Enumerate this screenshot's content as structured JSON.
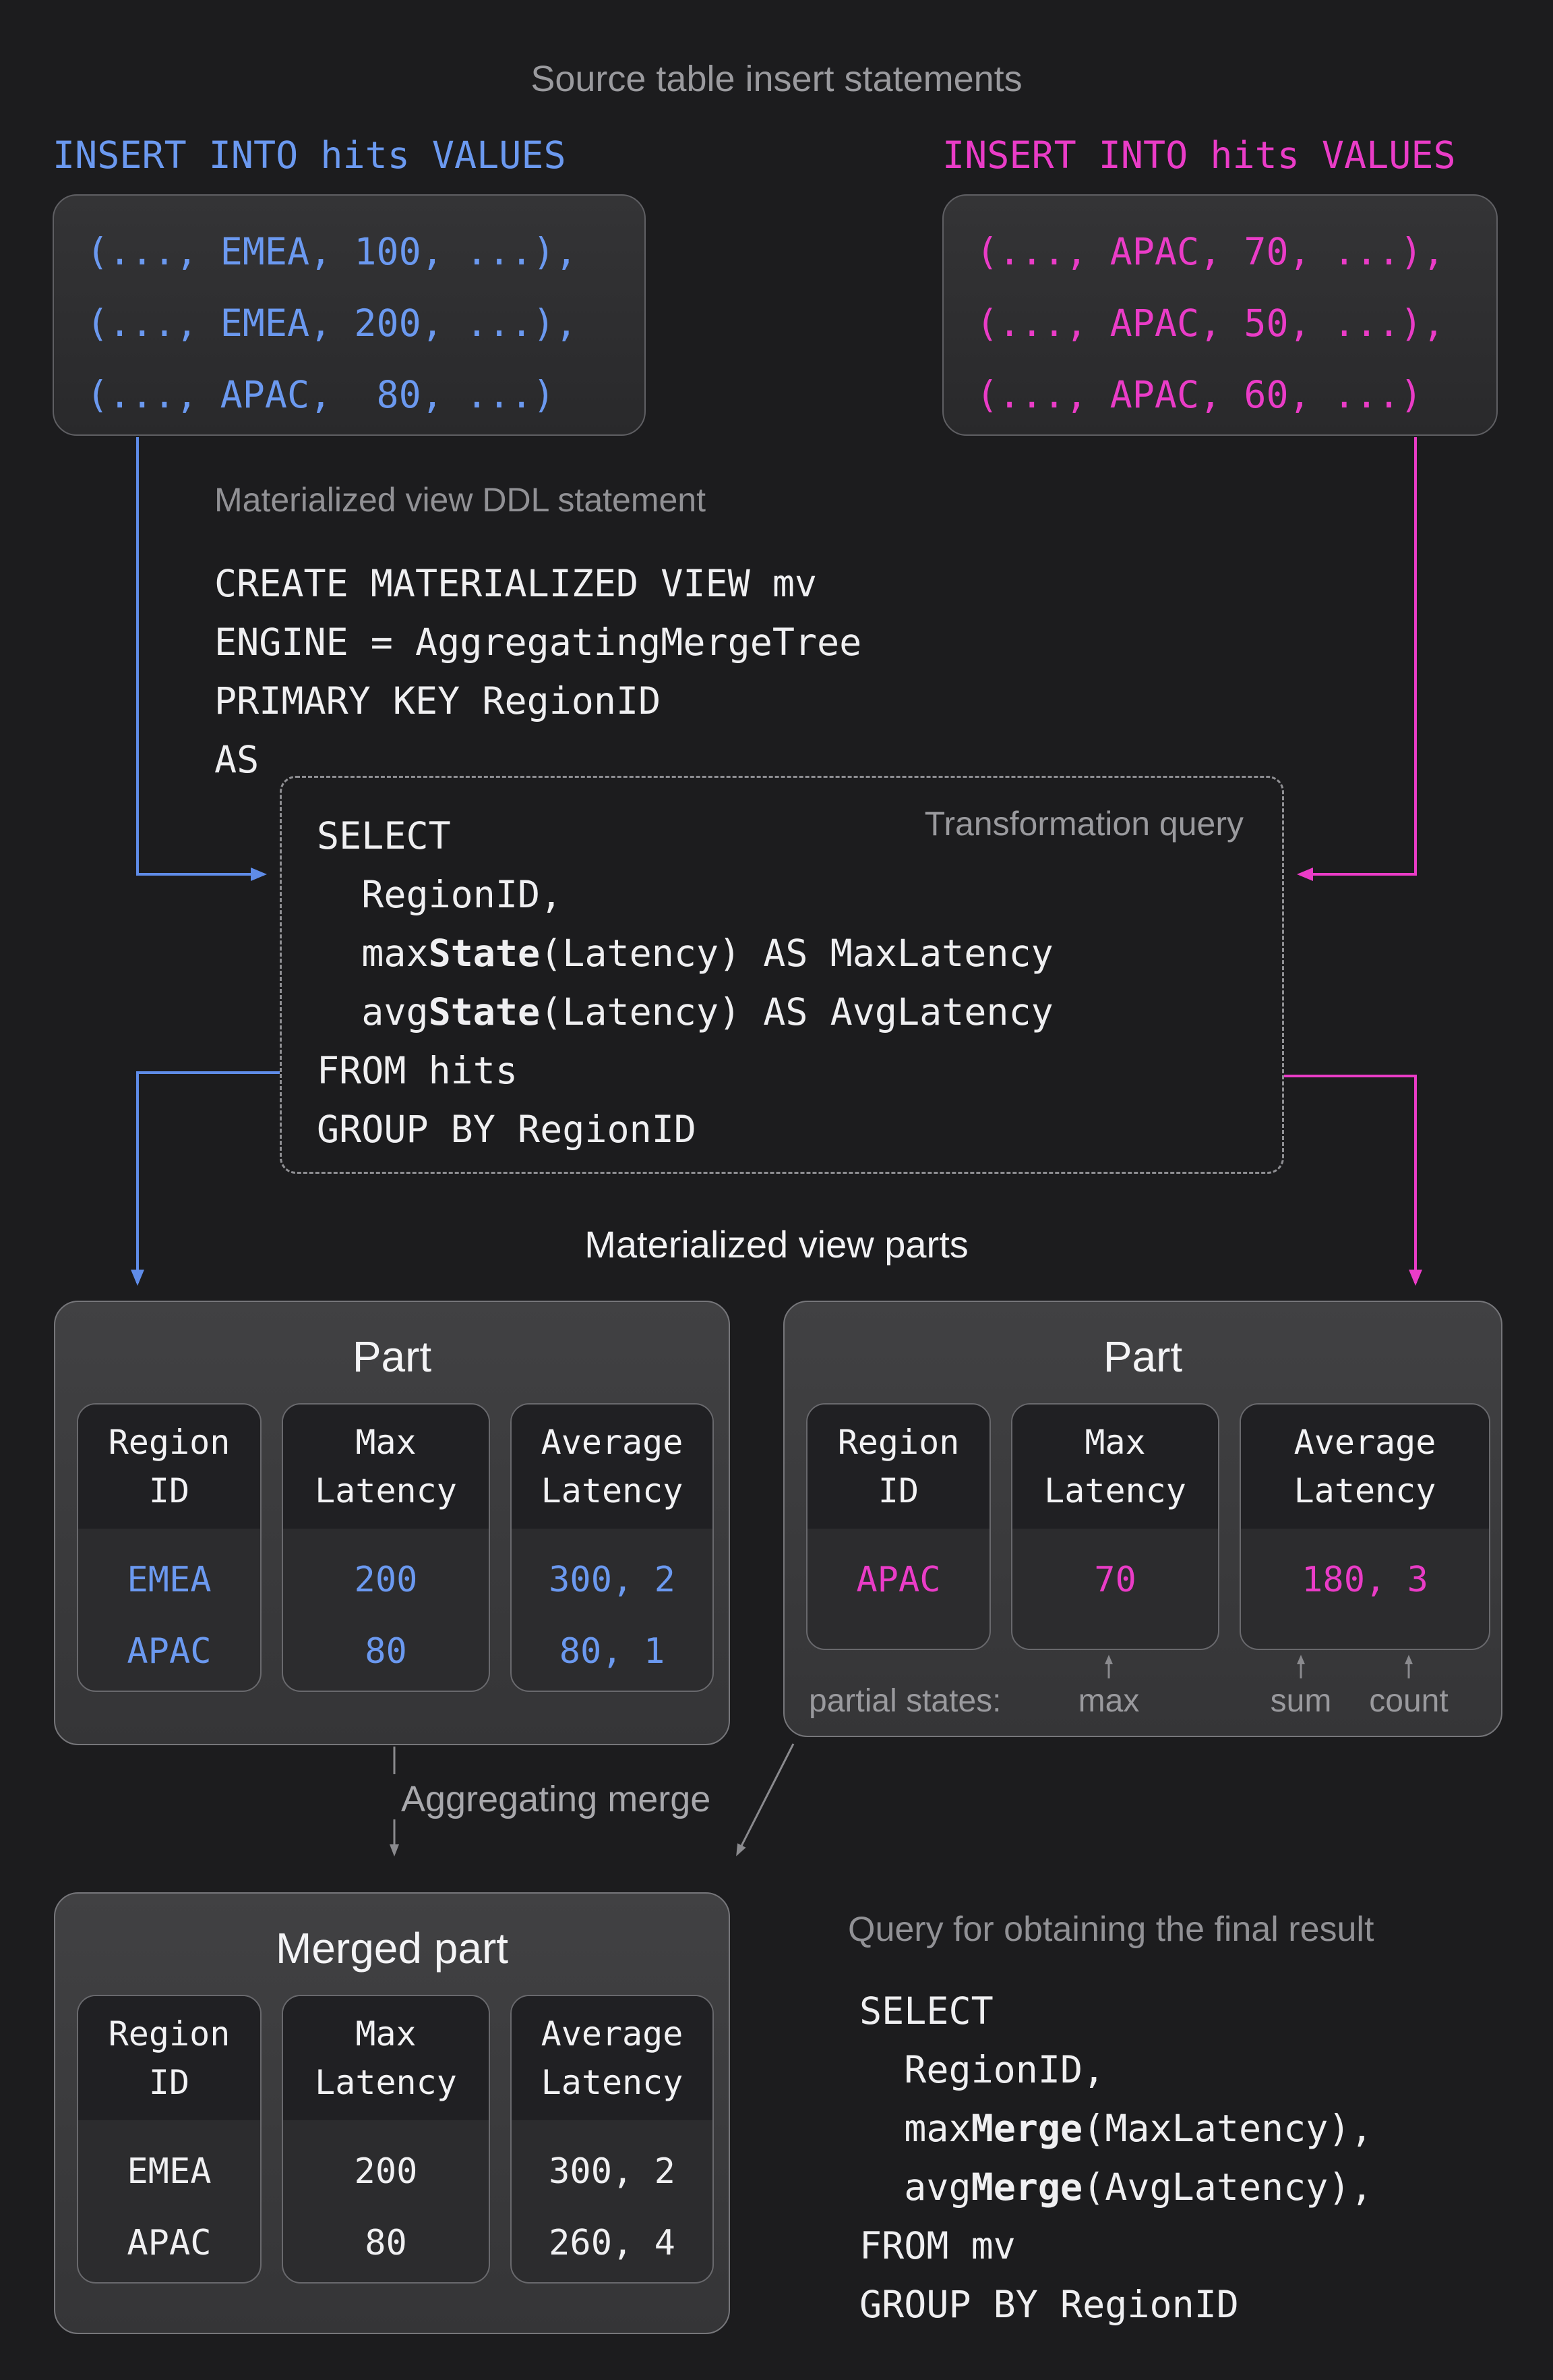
{
  "page": {
    "title": "Source table insert statements"
  },
  "colors": {
    "blue": "#6b99f0",
    "pink": "#ea3cc7",
    "white": "#efeff1",
    "gray": "#98989c"
  },
  "inserts": {
    "left": {
      "header": "INSERT INTO hits VALUES",
      "lines": [
        "(..., EMEA, 100, ...),",
        "(..., EMEA, 200, ...),",
        "(..., APAC,  80, ...)"
      ]
    },
    "right": {
      "header": "INSERT INTO hits VALUES",
      "lines": [
        "(..., APAC, 70, ...),",
        "(..., APAC, 50, ...),",
        "(..., APAC, 60, ...)"
      ]
    }
  },
  "ddl": {
    "label": "Materialized view DDL statement",
    "lines": [
      "CREATE MATERIALIZED VIEW mv",
      "ENGINE = AggregatingMergeTree",
      "PRIMARY KEY RegionID",
      "AS"
    ]
  },
  "transformation": {
    "label": "Transformation query",
    "lines": [
      "SELECT",
      "  RegionID,",
      "  max**State**(Latency) AS MaxLatency",
      "  avg**State**(Latency) AS AvgLatency",
      "FROM hits",
      "GROUP BY RegionID"
    ]
  },
  "parts": {
    "label": "Materialized view parts",
    "left": {
      "title": "Part",
      "columns": [
        {
          "header": "Region ID",
          "values": [
            "EMEA",
            "APAC"
          ]
        },
        {
          "header": "Max Latency",
          "values": [
            "200",
            "80"
          ]
        },
        {
          "header": "Average Latency",
          "values": [
            "300, 2",
            "80, 1"
          ]
        }
      ]
    },
    "right": {
      "title": "Part",
      "columns": [
        {
          "header": "Region ID",
          "values": [
            "APAC"
          ]
        },
        {
          "header": "Max Latency",
          "values": [
            "70"
          ]
        },
        {
          "header": "Average Latency",
          "values": [
            "180, 3"
          ]
        }
      ],
      "partial": {
        "label": "partial states:",
        "items": [
          "max",
          "sum",
          "count"
        ]
      }
    }
  },
  "merge": {
    "label": "Aggregating merge"
  },
  "merged": {
    "title": "Merged part",
    "columns": [
      {
        "header": "Region ID",
        "values": [
          "EMEA",
          "APAC"
        ]
      },
      {
        "header": "Max Latency",
        "values": [
          "200",
          "80"
        ]
      },
      {
        "header": "Average Latency",
        "values": [
          "300, 2",
          "260, 4"
        ]
      }
    ]
  },
  "final": {
    "label": "Query for obtaining the final result",
    "lines": [
      "SELECT",
      "  RegionID,",
      "  max**Merge**(MaxLatency),",
      "  avg**Merge**(AvgLatency),",
      "FROM mv",
      "GROUP BY RegionID"
    ]
  }
}
